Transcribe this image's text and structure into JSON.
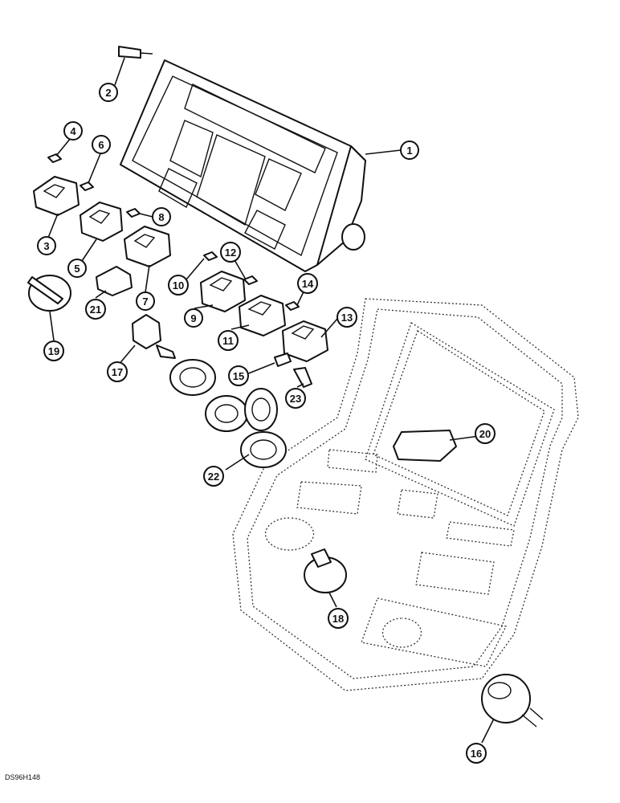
{
  "figure": {
    "code": "DS96H148",
    "callouts": [
      "1",
      "2",
      "3",
      "4",
      "5",
      "6",
      "7",
      "8",
      "9",
      "10",
      "11",
      "12",
      "13",
      "14",
      "15",
      "16",
      "17",
      "18",
      "19",
      "20",
      "21",
      "22",
      "23"
    ]
  }
}
